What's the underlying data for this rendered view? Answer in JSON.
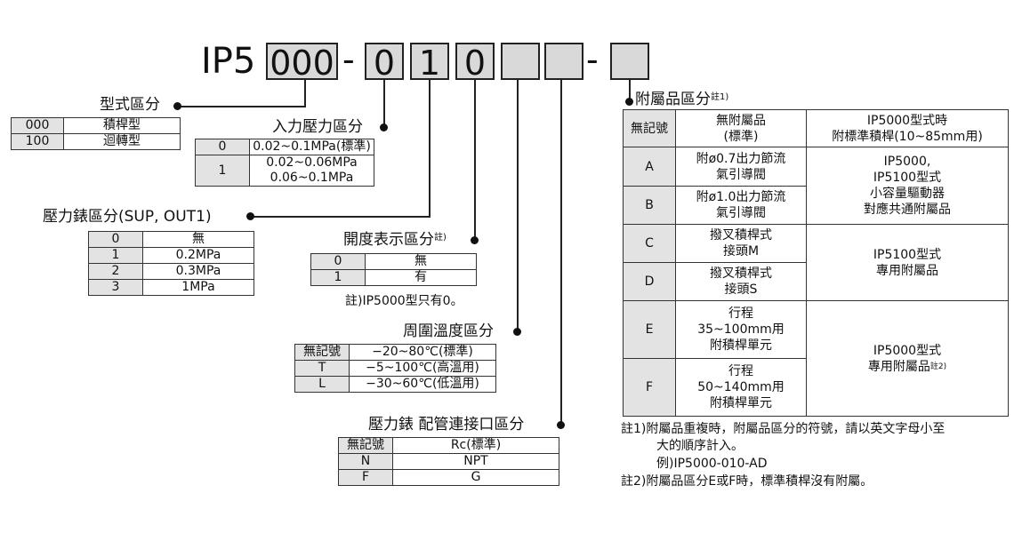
{
  "model": {
    "prefix": "IP5",
    "box1": "000",
    "dash1": "-",
    "box2": "0",
    "box3": "1",
    "box4": "0",
    "box5": "",
    "box6": "",
    "dash2": "-",
    "box7": ""
  },
  "type": {
    "title": "型式區分",
    "rows": [
      [
        "000",
        "積桿型"
      ],
      [
        "100",
        "迴轉型"
      ]
    ]
  },
  "input_pressure": {
    "title": "入力壓力區分",
    "rows": [
      [
        "0",
        "0.02~0.1MPa(標準)"
      ],
      [
        "1",
        "0.02~0.06MPa",
        "0.06~0.1MPa"
      ]
    ]
  },
  "gauge": {
    "title": "壓力錶區分(SUP, OUT1)",
    "rows": [
      [
        "0",
        "無"
      ],
      [
        "1",
        "0.2MPa"
      ],
      [
        "2",
        "0.3MPa"
      ],
      [
        "3",
        "1MPa"
      ]
    ]
  },
  "display": {
    "title": "開度表示區分",
    "title_sup": "註)",
    "rows": [
      [
        "0",
        "無"
      ],
      [
        "1",
        "有"
      ]
    ],
    "note": "註)IP5000型只有0。"
  },
  "temperature": {
    "title": "周圍溫度區分",
    "rows": [
      [
        "無記號",
        "−20~80℃(標準)"
      ],
      [
        "T",
        "−5~100℃(高溫用)"
      ],
      [
        "L",
        "−30~60℃(低溫用)"
      ]
    ]
  },
  "port": {
    "title": "壓力錶 配管連接口區分",
    "rows": [
      [
        "無記號",
        "Rc(標準)"
      ],
      [
        "N",
        "NPT"
      ],
      [
        "F",
        "G"
      ]
    ]
  },
  "accessory": {
    "title": "附屬品區分",
    "title_sup": "註1)",
    "r0": {
      "code": "無記號",
      "a": "無附屬品",
      "b": "(標準)",
      "c": "IP5000型式時",
      "d": "附標準積桿(10~85mm用)"
    },
    "rA": {
      "code": "A",
      "a": "附ø0.7出力節流",
      "b": "氣引導閥"
    },
    "rB": {
      "code": "B",
      "a": "附ø1.0出力節流",
      "b": "氣引導閥"
    },
    "ab_desc": [
      "IP5000,",
      "IP5100型式",
      "小容量驅動器",
      "對應共通附屬品"
    ],
    "rC": {
      "code": "C",
      "a": "撥叉積桿式",
      "b": "接頭M"
    },
    "rD": {
      "code": "D",
      "a": "撥叉積桿式",
      "b": "接頭S"
    },
    "cd_desc": [
      "IP5100型式",
      "專用附屬品"
    ],
    "rE": {
      "code": "E",
      "a": "行程",
      "b": "35~100mm用",
      "c": "附積桿單元"
    },
    "rF": {
      "code": "F",
      "a": "行程",
      "b": "50~140mm用",
      "c": "附積桿單元"
    },
    "ef_desc": [
      "IP5000型式",
      "專用附屬品"
    ],
    "ef_sup": "註2)",
    "notes": [
      "註1)附屬品重複時，附屬品區分的符號，請以英文字母小至",
      "大的順序計入。",
      "例)IP5000-010-AD",
      "註2)附屬品區分E或F時，標準積桿沒有附屬。"
    ]
  }
}
